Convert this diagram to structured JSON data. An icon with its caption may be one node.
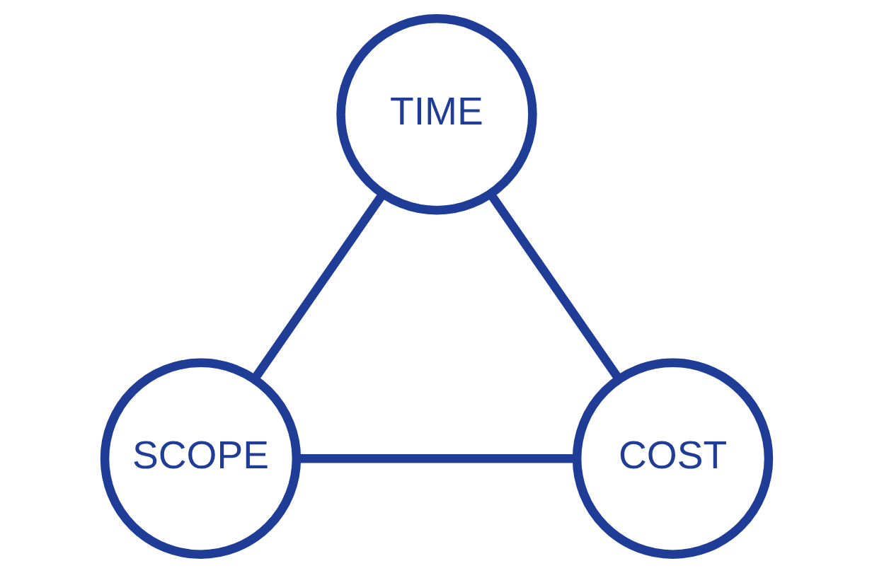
{
  "diagram": {
    "nodes": [
      {
        "text": [
          "TIME"
        ]
      },
      {
        "text": [
          "SCOPE"
        ]
      },
      {
        "text": [
          "COST"
        ]
      }
    ],
    "edges": [
      {
        "from": 0,
        "to": 1,
        "arrow": "none"
      },
      {
        "from": 0,
        "to": 2,
        "arrow": "none"
      },
      {
        "from": 1,
        "to": 2,
        "arrow": "none"
      }
    ]
  }
}
